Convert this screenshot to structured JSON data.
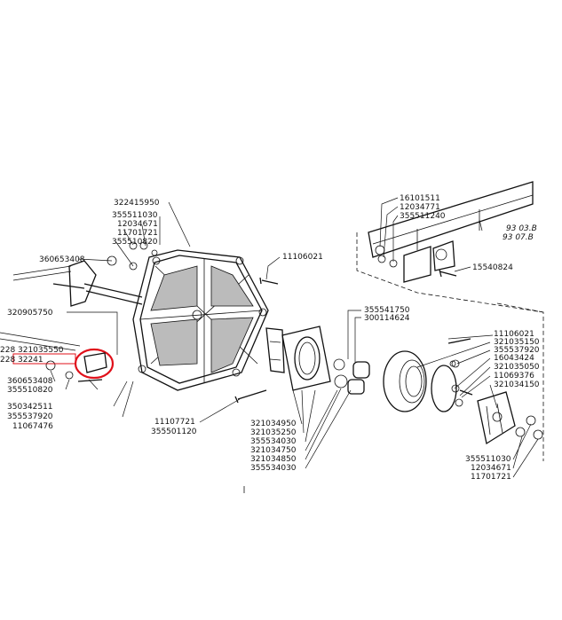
{
  "labels": [
    "322415950",
    "355511030",
    "12034671",
    "11701721",
    "355510820",
    "360653408",
    "11106021",
    "320905750",
    "321035550",
    "32241",
    "360653408",
    "355510820",
    "350342511",
    "355537920",
    "11067476",
    "11107721",
    "355501120",
    "321034950",
    "321035250",
    "355534030",
    "321034750",
    "321034850",
    "355534030",
    "355541750",
    "300114624",
    "11106021",
    "321035150",
    "355537920",
    "16043424",
    "321035050",
    "11069376",
    "321034150",
    "355511030",
    "12034671",
    "11701721",
    "16101511",
    "12034771",
    "355511240",
    "93 03.B",
    "93 07.B",
    "15540824"
  ],
  "edge_text": [
    "228",
    "228"
  ],
  "highlight_color": "#e0101a"
}
